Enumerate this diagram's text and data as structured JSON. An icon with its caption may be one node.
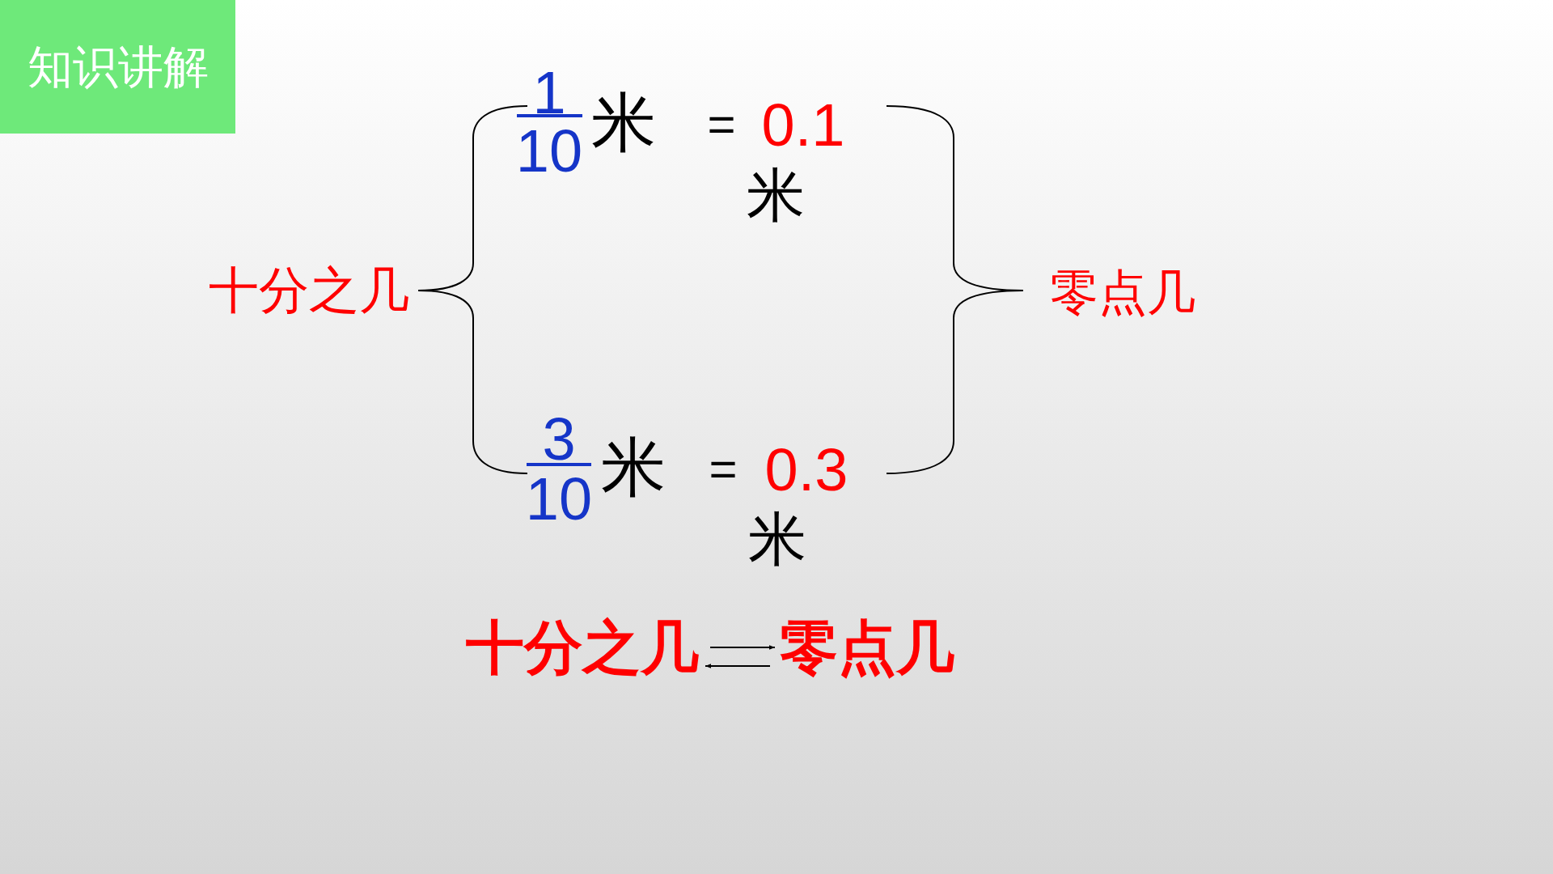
{
  "diagram": {
    "nodes": [
      {
        "text": [
          "知识讲解"
        ]
      },
      {
        "text": [
          "十分之几"
        ]
      },
      {
        "text": [
          "零点几"
        ]
      }
    ],
    "edges": [
      {
        "from": 1,
        "to": 2,
        "arrow": "to"
      },
      {
        "from": 2,
        "to": 1,
        "arrow": "to"
      }
    ],
    "labels": [
      "1",
      "10",
      "米",
      "=",
      "0.1",
      "米",
      "十分之几",
      "零点几",
      "3",
      "10",
      "米",
      "=",
      "0.3",
      "米"
    ]
  }
}
